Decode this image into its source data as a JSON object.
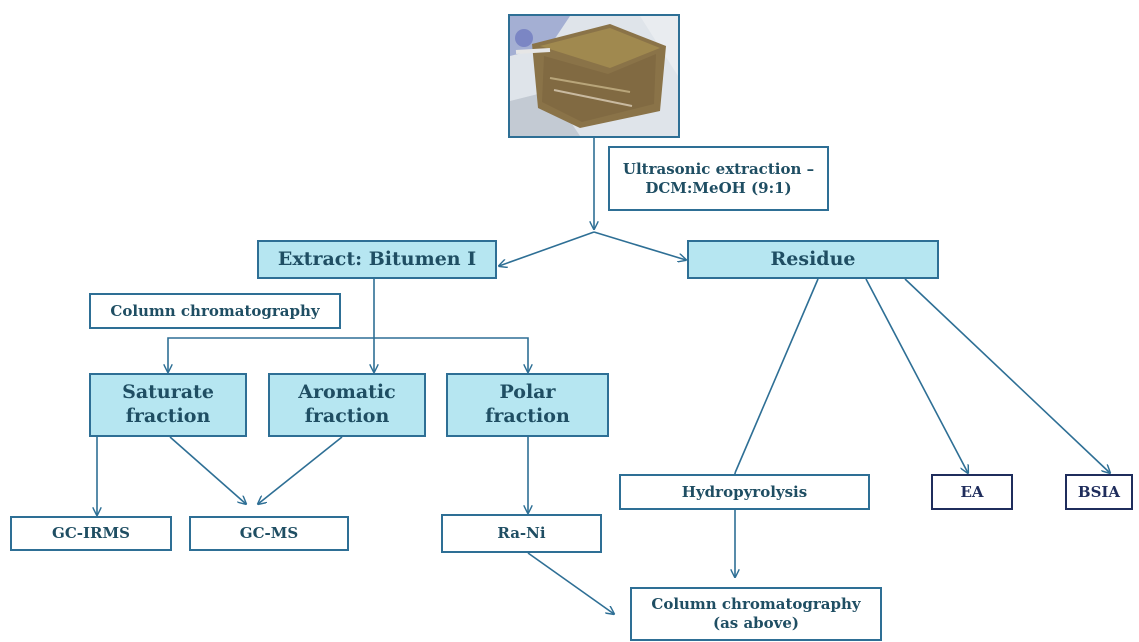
{
  "photo": {
    "subject": "rock-sample-photo"
  },
  "boxes": {
    "ultrasonic": {
      "line1": "Ultrasonic extraction –",
      "line2": "DCM:MeOH (9:1)"
    },
    "extract": "Extract: Bitumen I",
    "residue": "Residue",
    "column_chrom": "Column chromatography",
    "saturate": {
      "line1": "Saturate",
      "line2": "fraction"
    },
    "aromatic": {
      "line1": "Aromatic",
      "line2": "fraction"
    },
    "polar": {
      "line1": "Polar",
      "line2": "fraction"
    },
    "hydropyrolysis": "Hydropyrolysis",
    "ea": "EA",
    "bsia": "BSIA",
    "gc_irms": "GC-IRMS",
    "gc_ms": "GC-MS",
    "ra_ni": "Ra-Ni",
    "column_chrom_2": {
      "line1": "Column chromatography",
      "line2": "(as above)"
    }
  },
  "colors": {
    "line": "#2e6f95",
    "text": "#1f4e63",
    "fill": "#b6e6f1",
    "dark_border": "#1f2d5c"
  }
}
